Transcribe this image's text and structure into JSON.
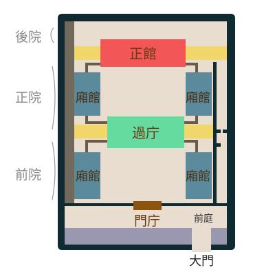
{
  "zones": {
    "rear": "後院",
    "main": "正院",
    "front": "前院"
  },
  "buildings": {
    "main_hall": "正館",
    "passage_hall": "過庁",
    "wing_upper_left": "廂館",
    "wing_upper_right": "廂館",
    "wing_lower_left": "廂館",
    "wing_lower_right": "廂館",
    "gate_hall": "門庁",
    "front_court": "前庭",
    "main_gate": "大門"
  },
  "colors": {
    "wall": "#0f2a30",
    "ground": "#e8ddce",
    "west_strip": "#716a5c",
    "main_hall": "#f25656",
    "passage_hall": "#66dba0",
    "wing": "#5a8a9c",
    "corridor": "#f1d76a",
    "path": "#6b5a48",
    "gate_bar": "#8b5510",
    "front_strip": "#9a97b0",
    "label_text": "#6b3a14",
    "zone_text": "#8a8a8a"
  }
}
